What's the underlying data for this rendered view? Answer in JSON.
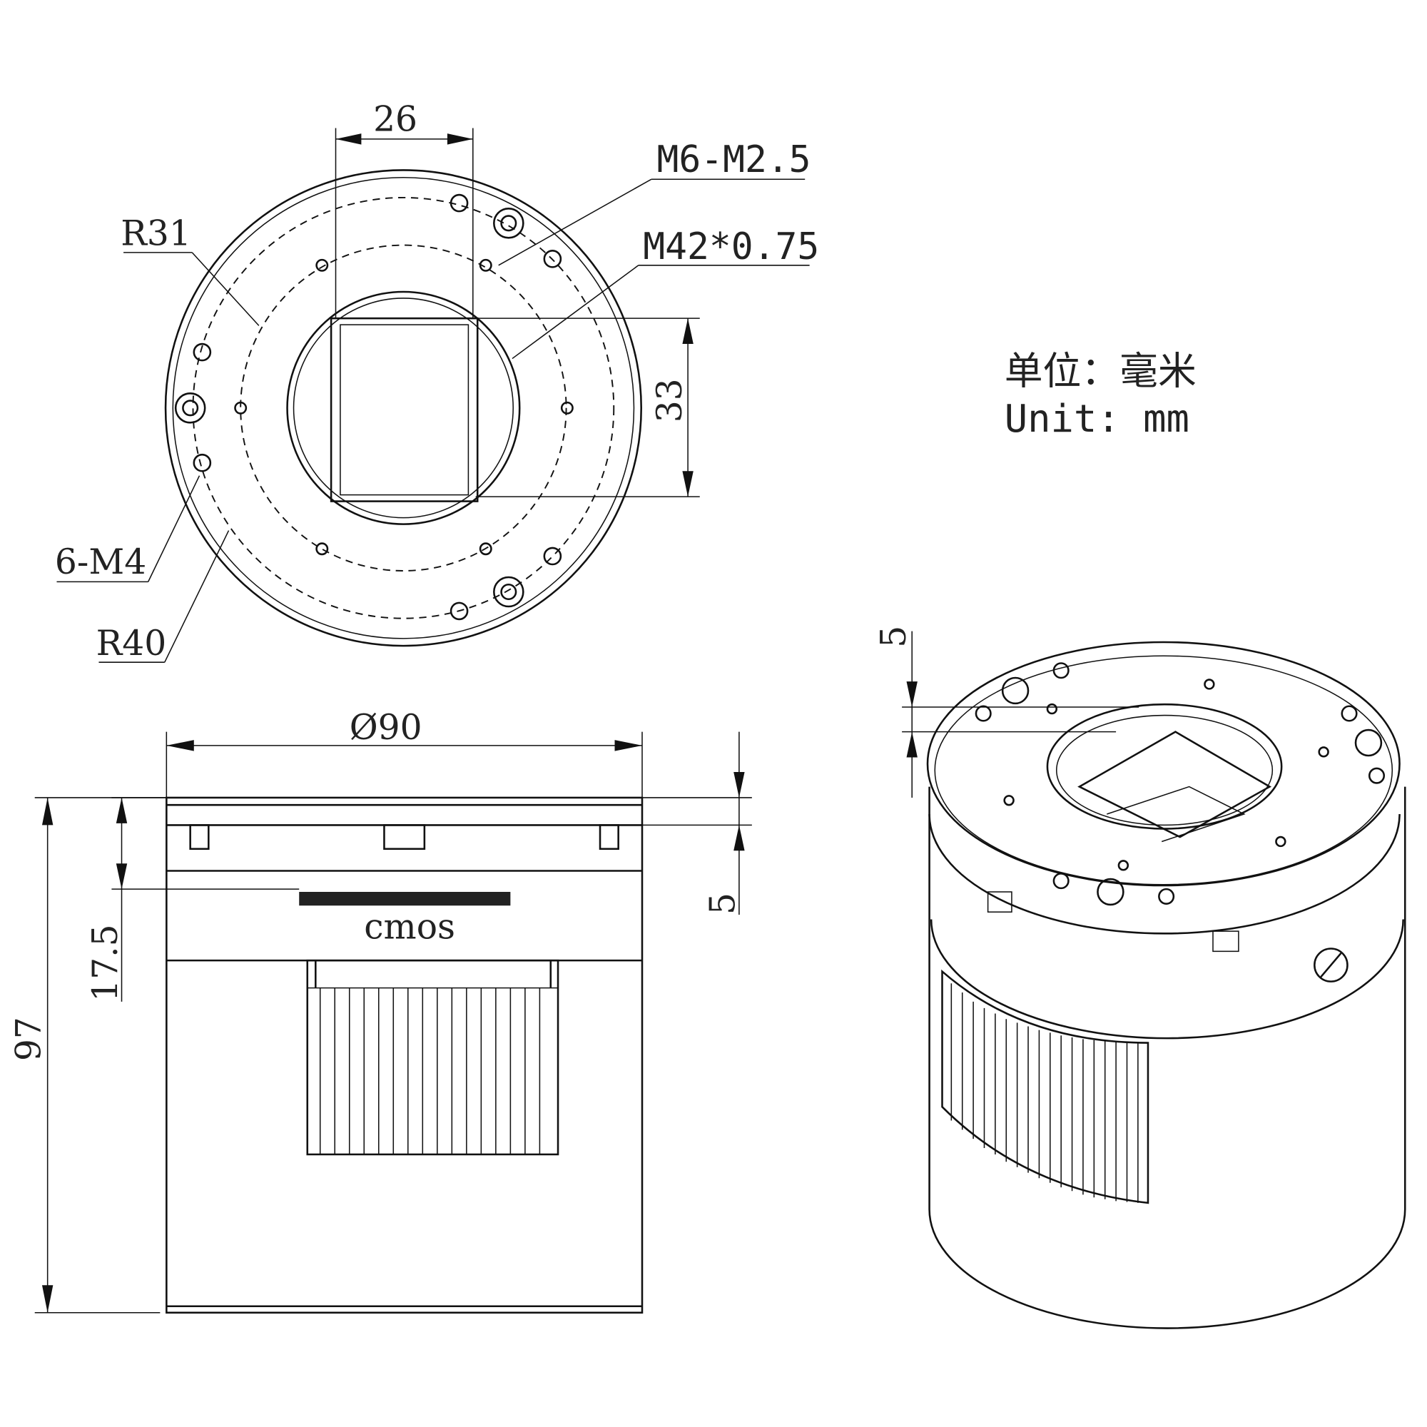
{
  "top_view": {
    "dim_width": "26",
    "label_m6": "M6-M2.5",
    "label_r31": "R31",
    "label_m42": "M42*0.75",
    "dim_height": "33",
    "label_6m4": "6-M4",
    "label_r40": "R40"
  },
  "units": {
    "cn": "单位：毫米",
    "en": "Unit: mm"
  },
  "side_view": {
    "diameter": "Ø90",
    "total_height": "97",
    "sensor_depth": "17.5",
    "flange": "5",
    "sensor_label": "cmos"
  },
  "iso_view": {
    "flange": "5"
  }
}
